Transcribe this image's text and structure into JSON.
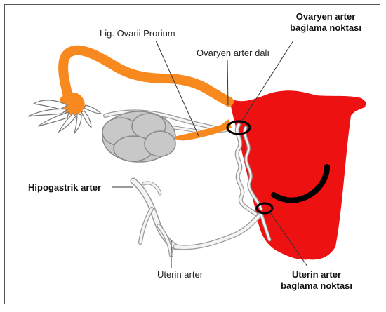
{
  "labels": {
    "lig_ovarii_proprium": "Lig. Ovarii Prorium",
    "ovarian_artery_branch": "Ovaryen arter dalı",
    "ovarian_ligation_line1": "Ovaryen arter",
    "ovarian_ligation_line2": "bağlama noktası",
    "hypogastric_artery": "Hipogastrik arter",
    "uterine_artery": "Uterin arter",
    "uterine_ligation_line1": "Uterin arter",
    "uterine_ligation_line2": "bağlama noktası"
  },
  "colors": {
    "uterus": "#ee1111",
    "fallopian_tube": "#f7891f",
    "ovary": "#c8c8c8",
    "ovary_outline": "#8a8a8a",
    "vessel": "#f4f4f4",
    "vessel_outline": "#9a9a9a",
    "ligation_ring": "#000000",
    "leader_line": "#333333"
  }
}
